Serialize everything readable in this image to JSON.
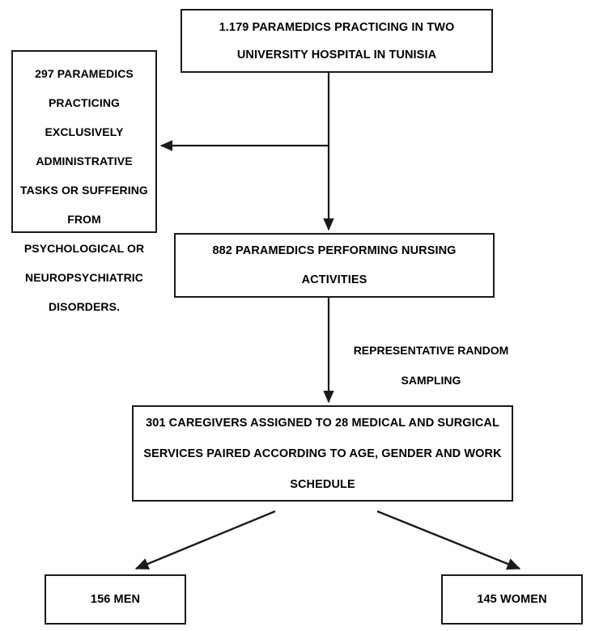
{
  "diagram": {
    "title": "Participant selection flow diagram",
    "type": "flowchart",
    "colors": {
      "stroke": "#1a1a1a",
      "fill": "#ffffff",
      "text": "#000000"
    },
    "nodes": [
      {
        "id": "source",
        "name": "source-population-box",
        "lines": [
          "1.179 PARAMEDICS PRACTICING IN TWO",
          "UNIVERSITY HOSPITAL IN TUNISIA"
        ]
      },
      {
        "id": "excluded",
        "name": "excluded-participants-box",
        "lines": [
          "297 PARAMEDICS",
          "PRACTICING",
          "EXCLUSIVELY",
          "ADMINISTRATIVE",
          "TASKS OR SUFFERING",
          "FROM",
          "PSYCHOLOGICAL OR",
          "NEUROPSYCHIATRIC",
          "DISORDERS."
        ]
      },
      {
        "id": "nursing",
        "name": "nursing-activities-box",
        "lines": [
          "882 PARAMEDICS PERFORMING NURSING",
          "ACTIVITIES"
        ]
      },
      {
        "id": "sample",
        "name": "sample-assignment-box",
        "lines": [
          "301 CAREGIVERS ASSIGNED TO 28 MEDICAL AND SURGICAL",
          "SERVICES PAIRED ACCORDING TO AGE, GENDER AND WORK",
          "SCHEDULE"
        ]
      },
      {
        "id": "men",
        "name": "men-outcome-box",
        "lines": [
          "156 MEN"
        ]
      },
      {
        "id": "women",
        "name": "women-outcome-box",
        "lines": [
          "145 WOMEN"
        ]
      }
    ],
    "annotations": [
      {
        "id": "sampling",
        "name": "sampling-method-label",
        "lines": [
          "REPRESENTATIVE RANDOM",
          "SAMPLING"
        ]
      }
    ],
    "edges": [
      {
        "id": "source-to-excluded",
        "name": "edge-source-to-excluded",
        "from": "source",
        "to": "excluded",
        "style": "elbow-left-arrow"
      },
      {
        "id": "source-to-nursing",
        "name": "edge-source-to-nursing",
        "from": "source",
        "to": "nursing",
        "style": "vertical-arrow"
      },
      {
        "id": "nursing-to-sample",
        "name": "edge-nursing-to-sample",
        "from": "nursing",
        "to": "sample",
        "style": "vertical-arrow"
      },
      {
        "id": "sample-to-men",
        "name": "edge-sample-to-men",
        "from": "sample",
        "to": "men",
        "style": "diagonal-arrow"
      },
      {
        "id": "sample-to-women",
        "name": "edge-sample-to-women",
        "from": "sample",
        "to": "women",
        "style": "diagonal-arrow"
      }
    ]
  }
}
